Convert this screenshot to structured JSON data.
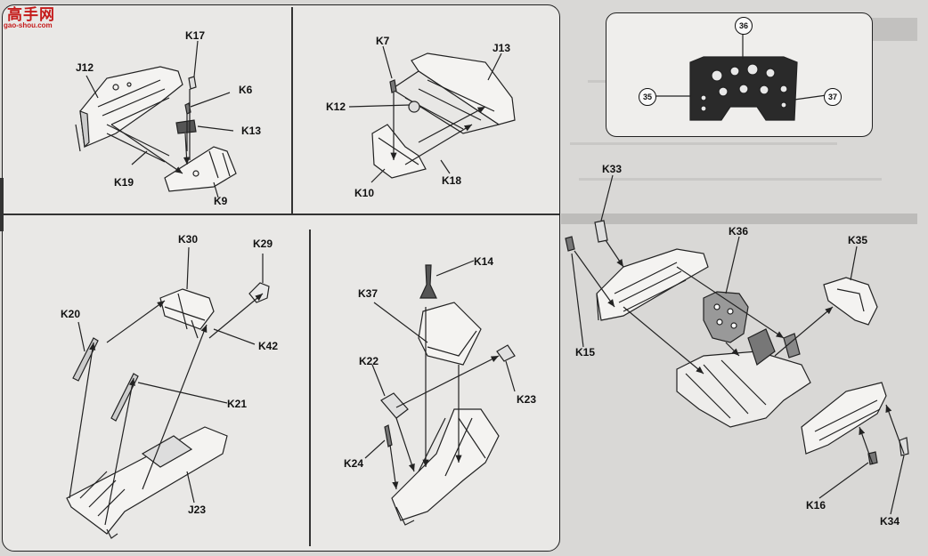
{
  "watermark": {
    "brand": "高手网",
    "url": "gao-shou.com"
  },
  "part_labels": {
    "k17": "K17",
    "j12": "J12",
    "k6": "K6",
    "k13": "K13",
    "k19": "K19",
    "k9": "K9",
    "k7": "K7",
    "j13": "J13",
    "k12": "K12",
    "k10": "K10",
    "k18": "K18",
    "k30": "K30",
    "k29": "K29",
    "k20": "K20",
    "k42": "K42",
    "k21": "K21",
    "j23": "J23",
    "k14": "K14",
    "k37": "K37",
    "k22": "K22",
    "k23": "K23",
    "k24": "K24",
    "k33": "K33",
    "k36": "K36",
    "k35": "K35",
    "k15": "K15",
    "k16": "K16",
    "k34": "K34"
  },
  "decal_callouts": {
    "c36": "36",
    "c35": "35",
    "c37": "37"
  },
  "colors": {
    "line": "#222222",
    "panel": "#e9e8e6",
    "background": "#d9d8d6",
    "watermark": "#c51b1b"
  }
}
